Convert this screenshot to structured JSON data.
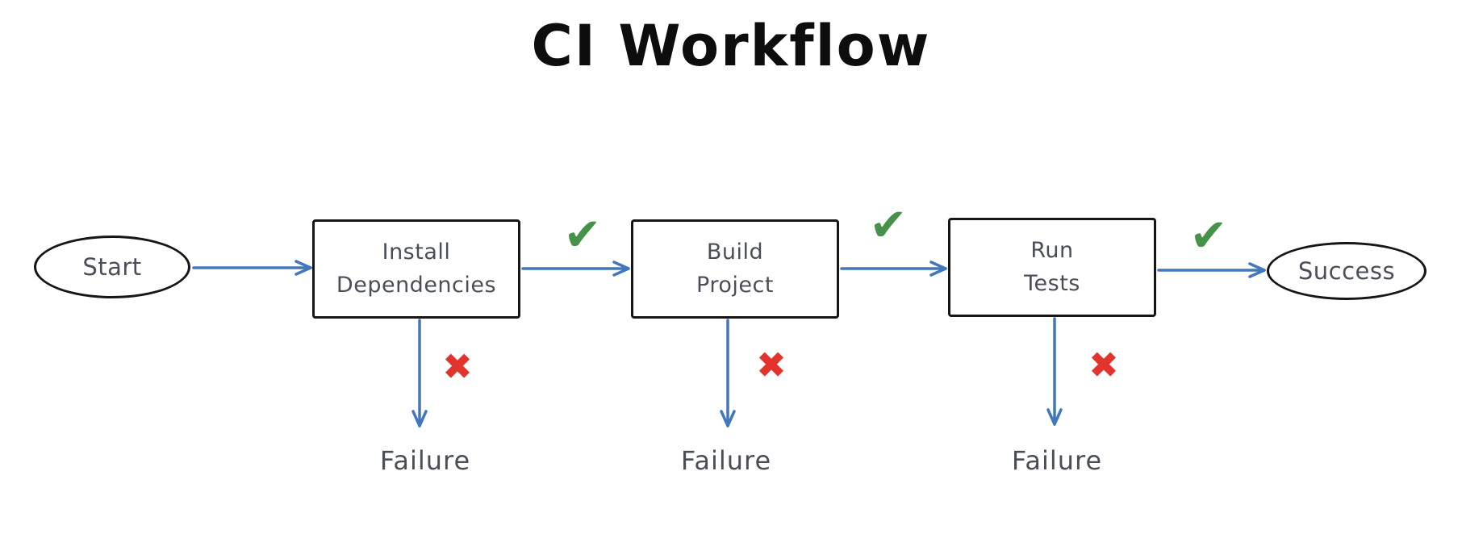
{
  "title": "CI Workflow",
  "colors": {
    "bg": "#ffffff",
    "title_ink": "#0d0d0d",
    "ink": "#161616",
    "gray": "#4a4e57",
    "blue": "#4377bc",
    "green": "#459248",
    "red": "#e2342d"
  },
  "nodes": {
    "start": {
      "label": "Start"
    },
    "install": {
      "line1": "Install",
      "line2": "Dependencies"
    },
    "build": {
      "line1": "Build",
      "line2": "Project"
    },
    "tests": {
      "line1": "Run",
      "line2": "Tests"
    },
    "success": {
      "label": "Success"
    }
  },
  "icons": {
    "check": "✔",
    "cross": "✖"
  },
  "failures": [
    {
      "label": "Failure"
    },
    {
      "label": "Failure"
    },
    {
      "label": "Failure"
    }
  ]
}
